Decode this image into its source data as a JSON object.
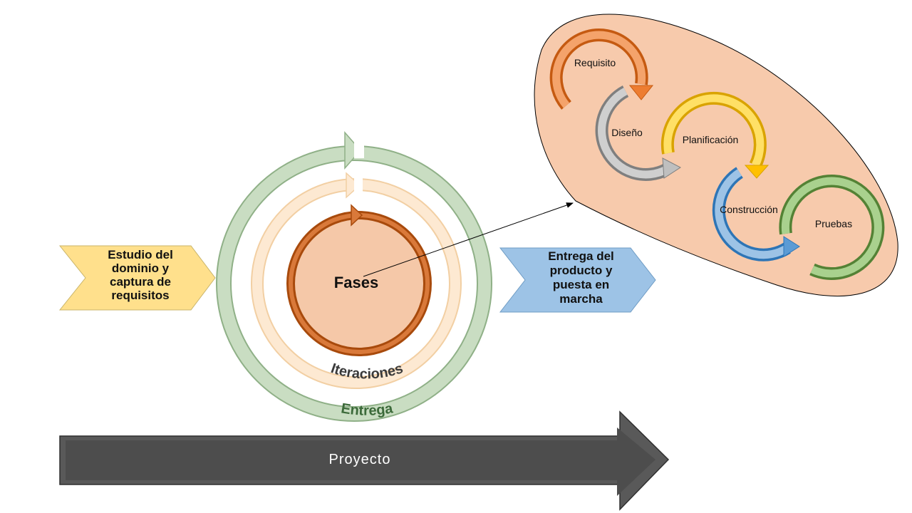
{
  "left_chevron": {
    "text": "Estudio del dominio y captura de requisitos"
  },
  "right_chevron": {
    "text": "Entrega del producto y puesta en marcha"
  },
  "center": {
    "inner_label": "Fases",
    "middle_label": "Iteraciones",
    "outer_label": "Entrega"
  },
  "project_arrow": {
    "label": "Proyecto"
  },
  "callout": {
    "steps": [
      "Requisito",
      "Diseño",
      "Planificación",
      "Construcción",
      "Pruebas"
    ]
  },
  "colors": {
    "chevron_left": "#ffe08c",
    "chevron_right": "#9dc3e6",
    "inner_ring": "#c55a11",
    "middle_ring": "#fbe0c0",
    "outer_ring": "#b9d4b0",
    "center_fill": "#f5c8a8",
    "callout_fill": "#f7caac",
    "project_arrow": "#595959",
    "req": "#ed7d31",
    "dis": "#a6a6a6",
    "plan": "#ffc000",
    "cons": "#5b9bd5",
    "prue": "#70ad47"
  }
}
